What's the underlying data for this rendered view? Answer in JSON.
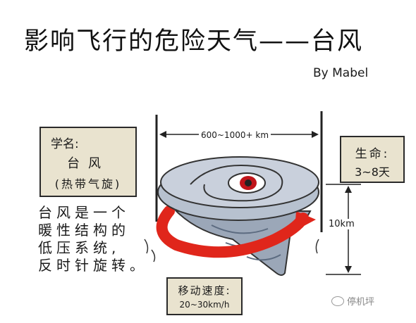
{
  "header": {
    "title": "影响飞行的危险天气——台风",
    "author": "By Mabel"
  },
  "name_box": {
    "label": "学名:",
    "name": "台风",
    "scientific": "(热带气旋)"
  },
  "description": {
    "lines": [
      "台风是一个",
      "暖性结构的",
      "低压系统,",
      "反时针旋转。"
    ]
  },
  "life_box": {
    "label": "生命:",
    "value": "3~8天"
  },
  "speed_box": {
    "label": "移动速度:",
    "value": "20~30km/h"
  },
  "dimensions": {
    "width": "600~1000+ km",
    "height": "10km"
  },
  "watermark": {
    "text": "停机坪"
  },
  "colors": {
    "box_fill": "#e9e3cf",
    "cloud": "#c9d0dc",
    "arrow": "#e0261b",
    "eye": "#c0141a"
  }
}
